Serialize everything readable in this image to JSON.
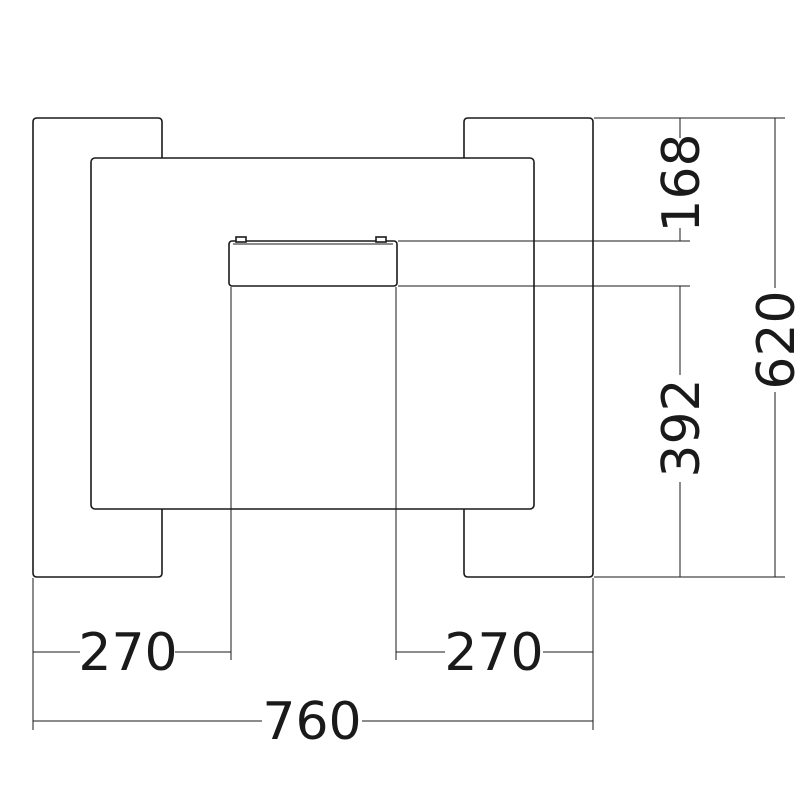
{
  "diagram": {
    "dimensions": {
      "left_offset": "270",
      "right_offset": "270",
      "total_width": "760",
      "top_offset": "168",
      "lower_height": "392",
      "total_height": "620"
    },
    "colors": {
      "stroke": "#1a1a1a",
      "background": "#ffffff"
    }
  }
}
